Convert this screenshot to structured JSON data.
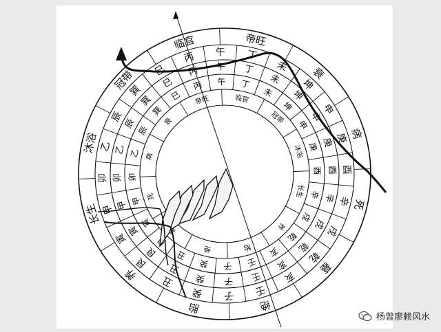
{
  "colors": {
    "background": "#e9e9e9",
    "panel": "#ffffff",
    "ink": "#111111",
    "mountain_fill": "#f4f4f4"
  },
  "watermark": {
    "text": "杨曾廖赖风水",
    "icon": "wechat-icon"
  },
  "diagram": {
    "rings": [
      {
        "name": "outer-ring-stages",
        "start": 0,
        "labels": [
          "临官",
          "帝旺",
          "衰",
          "病",
          "死",
          "墓",
          "绝",
          "胎",
          "养",
          "长生",
          "沐浴",
          "冠带"
        ],
        "size": 15
      },
      {
        "name": "ring-24-mountains-outer",
        "start": 1,
        "labels": [
          "午",
          "丁",
          "未",
          "坤",
          "申",
          "庚",
          "酉",
          "辛",
          "戌",
          "乾",
          "亥",
          "壬",
          "子",
          "癸",
          "丑",
          "艮",
          "寅",
          "甲",
          "卯",
          "乙",
          "辰",
          "巽",
          "巳",
          "丙"
        ],
        "size": 14
      },
      {
        "name": "ring-24-mountains-middle",
        "start": 1,
        "labels": [
          "午",
          "丁",
          "未",
          "坤",
          "申",
          "庚",
          "酉",
          "辛",
          "戌",
          "乾",
          "亥",
          "壬",
          "子",
          "癸",
          "丑",
          "艮",
          "寅",
          "甲",
          "卯",
          "乙",
          "辰",
          "巽",
          "巳",
          "丙"
        ],
        "size": 13
      },
      {
        "name": "ring-24-mountains-inner",
        "start": 1,
        "labels": [
          "午",
          "丁",
          "未",
          "坤",
          "申",
          "庚",
          "酉",
          "辛",
          "戌",
          "乾",
          "亥",
          "壬",
          "子",
          "癸",
          "丑",
          "艮",
          "寅",
          "甲",
          "卯",
          "乙",
          "辰",
          "巽",
          "巳",
          "丙"
        ],
        "size": 12
      },
      {
        "name": "inner-ring-stages",
        "start": 2,
        "labels": [
          "冠带",
          "沐浴",
          "长生",
          "养",
          "胎",
          "绝",
          "墓",
          "死",
          "病",
          "衰",
          "帝旺",
          "临官"
        ],
        "size": 10
      }
    ]
  }
}
